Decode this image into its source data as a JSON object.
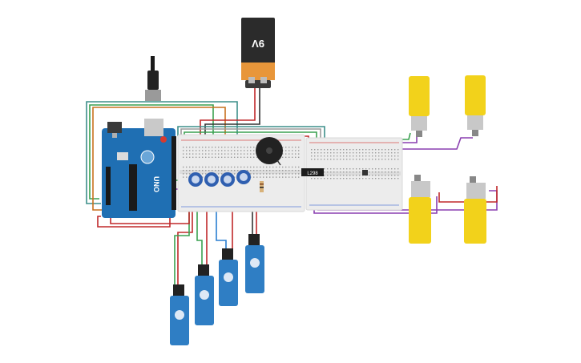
{
  "battery": {
    "label": "9V"
  },
  "arduino": {
    "label": "UNO"
  },
  "driver_chip": {
    "label": "L298"
  },
  "colors": {
    "background": "#ffffff",
    "arduino_blue": "#1f6fb3",
    "battery_black": "#2b2b2b",
    "battery_orange": "#e8963a",
    "motor_yellow": "#f2d21b",
    "servo_blue": "#2f7ec4",
    "breadboard": "#ececec",
    "wire_red": "#c0282a",
    "wire_green": "#3aa150",
    "wire_purple": "#8a3fb0",
    "wire_teal": "#3d8f8a",
    "wire_orange": "#c8711e",
    "wire_blue": "#2a7fd0"
  }
}
